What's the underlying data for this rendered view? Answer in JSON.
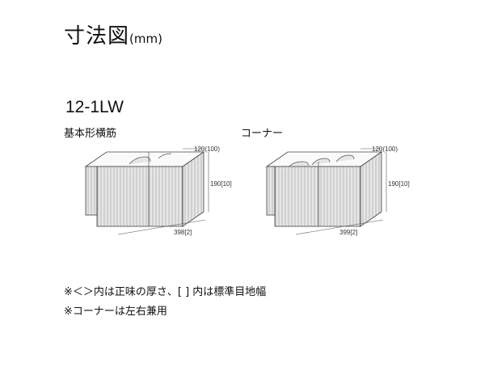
{
  "title": "寸法図",
  "title_unit": "(mm)",
  "product_code": "12-1LW",
  "blocks": {
    "basic": {
      "label": "基本形横筋",
      "depth": "120(100)",
      "height": "190[10]",
      "width": "398[2]"
    },
    "corner": {
      "label": "コーナー",
      "depth": "120(100)",
      "height": "190[10]",
      "width": "399[2]"
    }
  },
  "notes": [
    "※＜＞内は正味の厚さ、[ ] 内は標準目地幅",
    "※コーナーは左右兼用"
  ]
}
